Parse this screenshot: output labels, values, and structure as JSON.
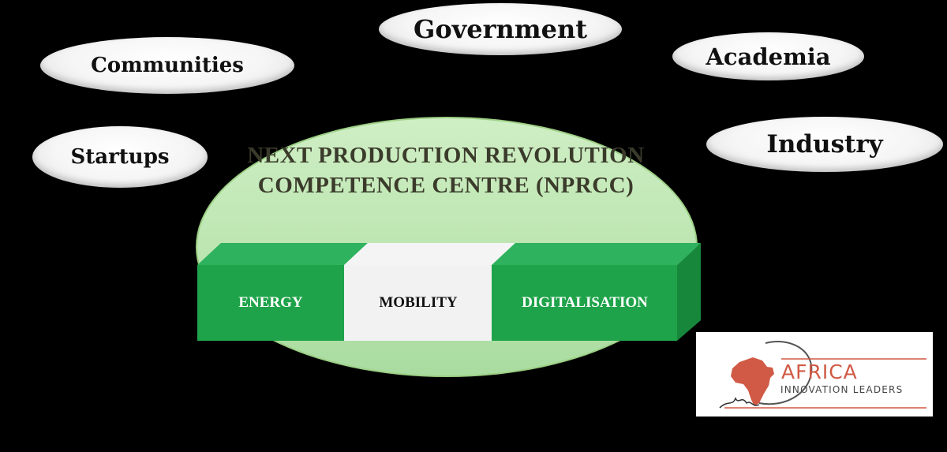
{
  "stakeholders": {
    "government": "Government",
    "communities": "Communities",
    "academia": "Academia",
    "startups": "Startups",
    "industry": "Industry"
  },
  "centre": {
    "title": "NEXT PRODUCTION REVOLUTION COMPETENCE CENTRE (NPRCC)"
  },
  "pillars": [
    {
      "label": "ENERGY",
      "color": "#1fa34a"
    },
    {
      "label": "MOBILITY",
      "color": "#f2f2f2"
    },
    {
      "label": "DIGITALISATION",
      "color": "#1fa34a"
    }
  ],
  "logo": {
    "word": "AFRICA",
    "subtitle": "INNOVATION LEADERS",
    "accent_color": "#d05a45"
  },
  "colors": {
    "background": "#000000",
    "dome": "#bde6b2",
    "green": "#1fa34a"
  }
}
